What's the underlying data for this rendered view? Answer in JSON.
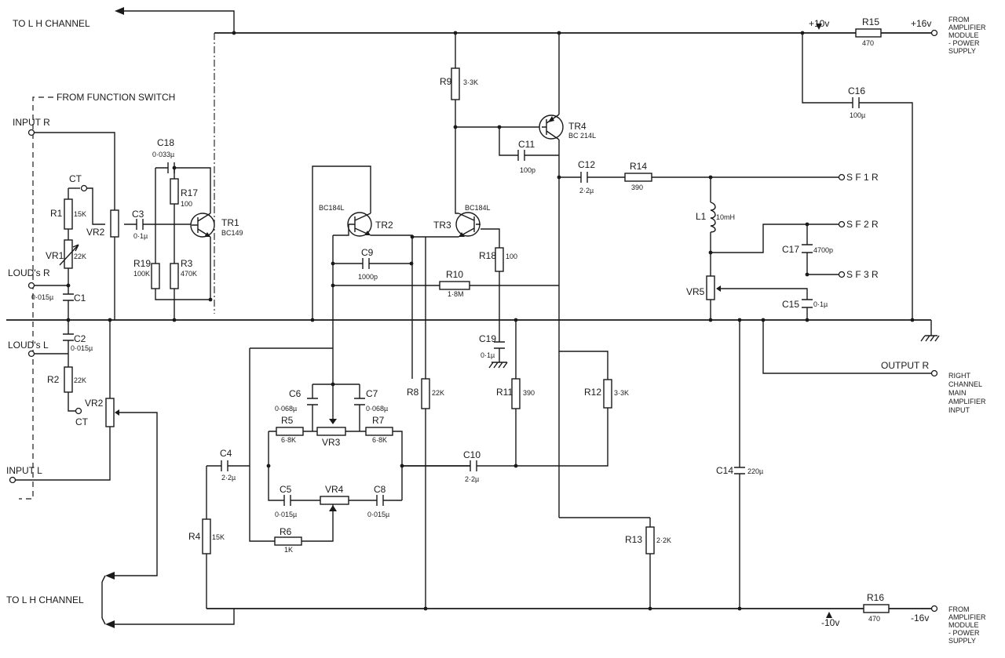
{
  "labels": {
    "to_lh_top": "TO L H CHANNEL",
    "to_lh_bottom": "TO L H CHANNEL",
    "from_function_switch": "FROM FUNCTION SWITCH",
    "input_r": "INPUT R",
    "input_l": "INPUT L",
    "louds_r": "LOUD's R",
    "louds_l": "LOUD's L",
    "ct_top": "CT",
    "ct_bottom": "CT",
    "output_r": "OUTPUT R",
    "sf1r": "S F 1 R",
    "sf2r": "S F 2 R",
    "sf3r": "S F 3 R",
    "plus10": "+10v",
    "plus16": "+16v",
    "minus10": "-10v",
    "minus16": "-16v",
    "from_amp_top": [
      "FROM",
      "AMPLIFIER",
      "MODULE",
      "- POWER",
      "SUPPLY"
    ],
    "from_amp_bottom": [
      "FROM",
      "AMPLIFIER",
      "MODULE",
      "- POWER",
      "SUPPLY"
    ],
    "right_channel": [
      "RIGHT",
      "CHANNEL",
      "MAIN",
      "AMPLIFIER",
      "INPUT"
    ]
  },
  "components": {
    "r15": {
      "name": "R15",
      "value": "470"
    },
    "r16": {
      "name": "R16",
      "value": "470"
    },
    "c16": {
      "name": "C16",
      "value": "100µ"
    },
    "r9": {
      "name": "R9",
      "value": "3·3K"
    },
    "tr4": {
      "name": "TR4",
      "value": "BC 214L"
    },
    "c11": {
      "name": "C11",
      "value": "100p"
    },
    "c12": {
      "name": "C12",
      "value": "2·2µ"
    },
    "r14": {
      "name": "R14",
      "value": "390"
    },
    "l1": {
      "name": "L1",
      "value": "10mH"
    },
    "c17": {
      "name": "C17",
      "value": "4700p"
    },
    "c15": {
      "name": "C15",
      "value": "0·1µ"
    },
    "vr5": {
      "name": "VR5",
      "value": ""
    },
    "c18": {
      "name": "C18",
      "value": "0·033µ"
    },
    "r17": {
      "name": "R17",
      "value": "100"
    },
    "tr1": {
      "name": "TR1",
      "value": "BC149"
    },
    "r19": {
      "name": "R19",
      "value": "100K"
    },
    "r3": {
      "name": "R3",
      "value": "470K"
    },
    "c3": {
      "name": "C3",
      "value": "0·1µ"
    },
    "vr2_top": {
      "name": "VR2",
      "value": ""
    },
    "vr2_bottom": {
      "name": "VR2",
      "value": ""
    },
    "r1": {
      "name": "R1",
      "value": "15K"
    },
    "vr1": {
      "name": "VR1",
      "value": "22K"
    },
    "c1": {
      "name": "C1",
      "value": "0·015µ"
    },
    "c2": {
      "name": "C2",
      "value": "0·015µ"
    },
    "r2": {
      "name": "R2",
      "value": "22K"
    },
    "tr2": {
      "name": "TR2",
      "value": "BC184L"
    },
    "tr3": {
      "name": "TR3",
      "value": "BC184L"
    },
    "c9": {
      "name": "C9",
      "value": "1000p"
    },
    "r10": {
      "name": "R10",
      "value": "1·8M"
    },
    "r18": {
      "name": "R18",
      "value": "100"
    },
    "c19": {
      "name": "C19",
      "value": "0·1µ"
    },
    "r8": {
      "name": "R8",
      "value": "22K"
    },
    "r11": {
      "name": "R11",
      "value": "390"
    },
    "r12": {
      "name": "R12",
      "value": "3·3K"
    },
    "c6": {
      "name": "C6",
      "value": "0·068µ"
    },
    "c7": {
      "name": "C7",
      "value": "0·068µ"
    },
    "r5": {
      "name": "R5",
      "value": "6·8K"
    },
    "r7": {
      "name": "R7",
      "value": "6·8K"
    },
    "vr3": {
      "name": "VR3",
      "value": ""
    },
    "c4": {
      "name": "C4",
      "value": "2·2µ"
    },
    "c10": {
      "name": "C10",
      "value": "2·2µ"
    },
    "c5": {
      "name": "C5",
      "value": "0·015µ"
    },
    "vr4": {
      "name": "VR4",
      "value": ""
    },
    "c8": {
      "name": "C8",
      "value": "0·015µ"
    },
    "r6": {
      "name": "R6",
      "value": "1K"
    },
    "r4": {
      "name": "R4",
      "value": "15K"
    },
    "r13": {
      "name": "R13",
      "value": "2·2K"
    },
    "c14": {
      "name": "C14",
      "value": "220µ"
    }
  }
}
